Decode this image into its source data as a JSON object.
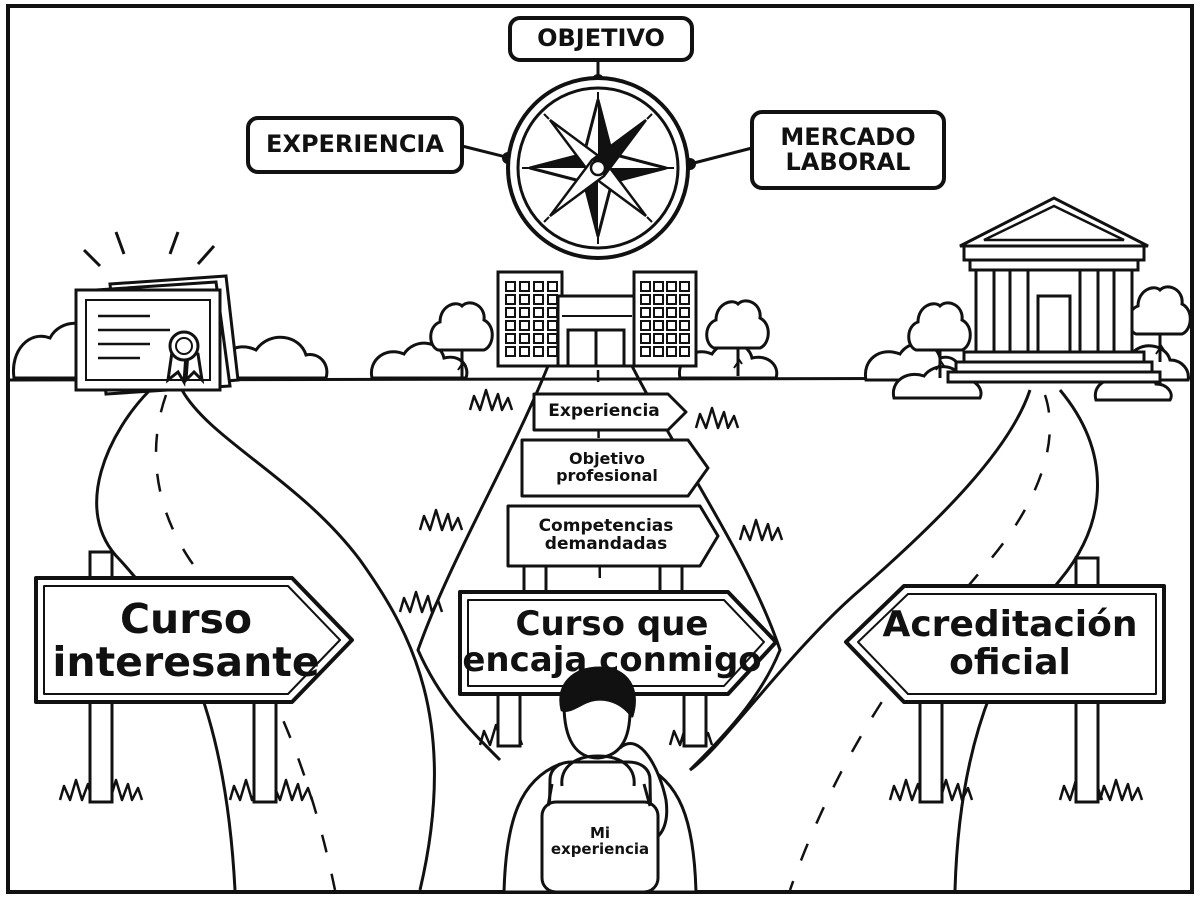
{
  "compass": {
    "top_label": "OBJETIVO",
    "left_label": "EXPERIENCIA",
    "right_label": "MERCADO\nLABORAL"
  },
  "signs": {
    "left": "Curso\ninteresante",
    "center": "Curso que\nencaja conmigo",
    "right": "Acreditación\noficial"
  },
  "center_post_signs": [
    "Experiencia",
    "Objetivo\nprofesional",
    "Competencias\ndemandadas"
  ],
  "backpack_label": "Mi\nexperiencia",
  "icons": {
    "compass": "compass-rose-icon",
    "certificate": "certificate-icon",
    "building": "university-building-icon",
    "institution": "classical-institution-icon",
    "person": "student-with-backpack-icon"
  },
  "colors": {
    "line": "#111111",
    "background": "#ffffff"
  }
}
